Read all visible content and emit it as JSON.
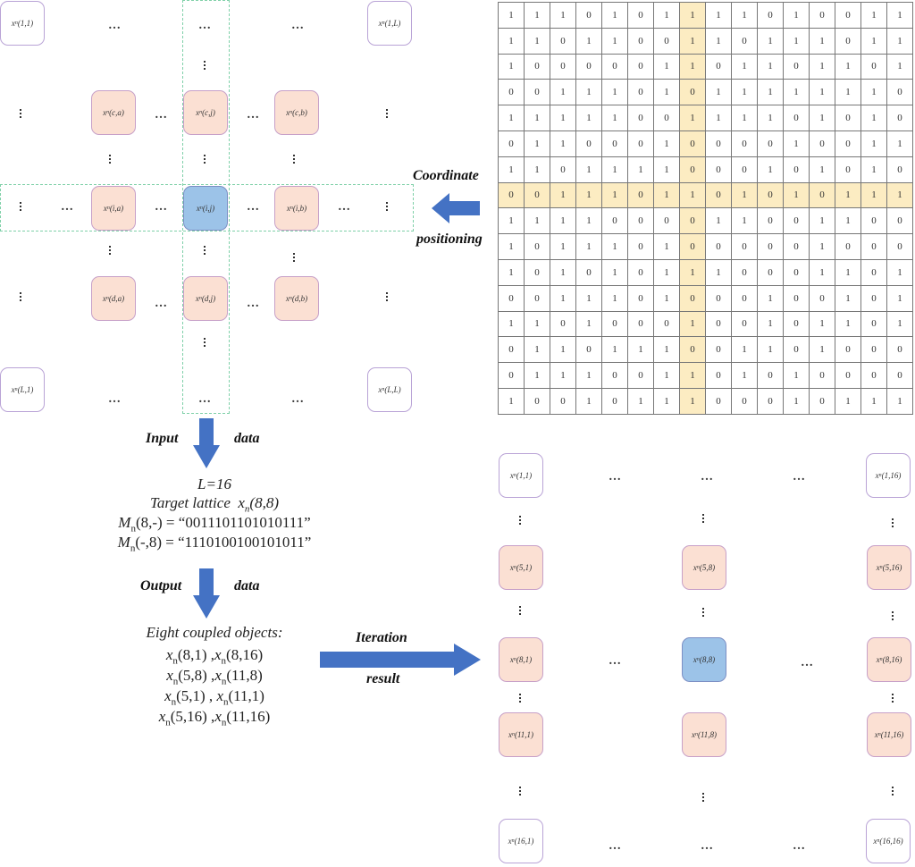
{
  "lattice_diagram": {
    "corner_nodes": [
      "x_n(1,1)",
      "x_n(1,L)",
      "x_n(L,1)",
      "x_n(L,L)"
    ],
    "coupled_nodes": [
      "x_n(c,a)",
      "x_n(c,j)",
      "x_n(c,b)",
      "x_n(i,a)",
      "x_n(i,b)",
      "x_n(d,a)",
      "x_n(d,j)",
      "x_n(d,b)"
    ],
    "target_node": "x_n(i,j)"
  },
  "binary_matrix": {
    "highlight_row": 8,
    "highlight_col": 8,
    "rows": [
      [
        1,
        1,
        1,
        0,
        1,
        0,
        1,
        1,
        1,
        1,
        0,
        1,
        0,
        0,
        1,
        1
      ],
      [
        1,
        1,
        0,
        1,
        1,
        0,
        0,
        1,
        1,
        0,
        1,
        1,
        1,
        0,
        1,
        1
      ],
      [
        1,
        0,
        0,
        0,
        0,
        0,
        1,
        1,
        0,
        1,
        1,
        0,
        1,
        1,
        0,
        1
      ],
      [
        0,
        0,
        1,
        1,
        1,
        0,
        1,
        0,
        1,
        1,
        1,
        1,
        1,
        1,
        1,
        0
      ],
      [
        1,
        1,
        1,
        1,
        1,
        0,
        0,
        1,
        1,
        1,
        1,
        0,
        1,
        0,
        1,
        0
      ],
      [
        0,
        1,
        1,
        0,
        0,
        0,
        1,
        0,
        0,
        0,
        0,
        1,
        0,
        0,
        1,
        1
      ],
      [
        1,
        1,
        0,
        1,
        1,
        1,
        1,
        0,
        0,
        0,
        1,
        0,
        1,
        0,
        1,
        0
      ],
      [
        0,
        0,
        1,
        1,
        1,
        0,
        1,
        1,
        0,
        1,
        0,
        1,
        0,
        1,
        1,
        1
      ],
      [
        1,
        1,
        1,
        1,
        0,
        0,
        0,
        0,
        1,
        1,
        0,
        0,
        1,
        1,
        0,
        0
      ],
      [
        1,
        0,
        1,
        1,
        1,
        0,
        1,
        0,
        0,
        0,
        0,
        0,
        1,
        0,
        0,
        0
      ],
      [
        1,
        0,
        1,
        0,
        1,
        0,
        1,
        1,
        1,
        0,
        0,
        0,
        1,
        1,
        0,
        1
      ],
      [
        0,
        0,
        1,
        1,
        1,
        0,
        1,
        0,
        0,
        0,
        1,
        0,
        0,
        1,
        0,
        1
      ],
      [
        1,
        1,
        0,
        1,
        0,
        0,
        0,
        1,
        0,
        0,
        1,
        0,
        1,
        1,
        0,
        1
      ],
      [
        0,
        1,
        1,
        0,
        1,
        1,
        1,
        0,
        0,
        1,
        1,
        0,
        1,
        0,
        0,
        0
      ],
      [
        0,
        1,
        1,
        1,
        0,
        0,
        1,
        1,
        0,
        1,
        0,
        1,
        0,
        0,
        0,
        0
      ],
      [
        1,
        0,
        0,
        1,
        0,
        1,
        1,
        1,
        0,
        0,
        0,
        1,
        0,
        1,
        1,
        1
      ]
    ]
  },
  "arrows": {
    "coordinate_top": "Coordinate",
    "coordinate_bottom": "positioning",
    "input_left": "Input",
    "input_right": "data",
    "output_left": "Output",
    "output_right": "data",
    "iteration_top": "Iteration",
    "iteration_bottom": "result"
  },
  "input_info": {
    "L": "L=16",
    "target_label": "Target lattice",
    "target": "x_n(8,8)",
    "row_string_label": "M_n(8,-) =",
    "row_string": "“0011101101010111”",
    "col_string_label": "M_n(-,8) =",
    "col_string": "“1110100100101011”"
  },
  "output_info": {
    "title": "Eight coupled objects:",
    "lines": [
      [
        "x_n(8,1)",
        "x_n(8,16)"
      ],
      [
        "x_n(5,8)",
        "x_n(11,8)"
      ],
      [
        "x_n(5,1)",
        "x_n(11,1)"
      ],
      [
        "x_n(5,16)",
        "x_n(11,16)"
      ]
    ]
  },
  "result_diagram": {
    "corner_nodes": [
      "x_n(1,1)",
      "x_n(1,16)",
      "x_n(16,1)",
      "x_n(16,16)"
    ],
    "coupled_nodes": [
      "x_n(5,1)",
      "x_n(5,8)",
      "x_n(5,16)",
      "x_n(8,1)",
      "x_n(8,16)",
      "x_n(11,1)",
      "x_n(11,8)",
      "x_n(11,16)"
    ],
    "target_node": "x_n(8,8)"
  },
  "colors": {
    "coupled_fill": "#fbe0d3",
    "target_fill": "#9cc3e8",
    "highlight_cell": "#fcecc2",
    "arrow": "#4472c4",
    "dash": "#7fd0a8"
  }
}
